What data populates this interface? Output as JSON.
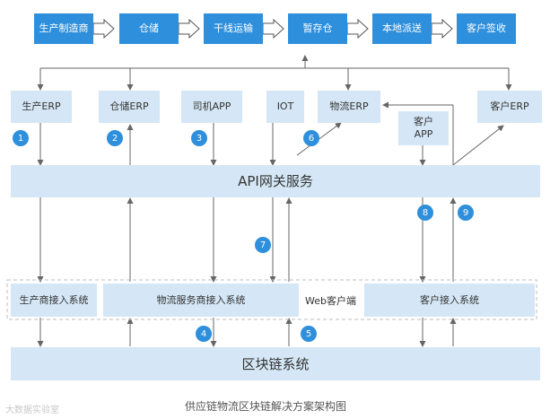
{
  "flow_steps": [
    "生产制造商",
    "仓储",
    "干线运输",
    "暂存仓",
    "本地派送",
    "客户签收"
  ],
  "sources": {
    "production_erp": "生产ERP",
    "warehouse_erp": "仓储ERP",
    "driver_app": "司机APP",
    "iot": "IOT",
    "logistics_erp": "物流ERP",
    "customer_app": "客户\nAPP",
    "customer_erp": "客户ERP"
  },
  "steps": [
    "1",
    "2",
    "3",
    "4",
    "5",
    "6",
    "7",
    "8",
    "9"
  ],
  "gateway": "API网关服务",
  "access": {
    "producer": "生产商接入系统",
    "logistics": "物流服务商接入系统",
    "web_label": "Web客户端",
    "customer": "客户接入系统"
  },
  "blockchain": "区块链系统",
  "caption": "供应链物流区块链解决方案架构图",
  "watermark": "大数据实验室"
}
